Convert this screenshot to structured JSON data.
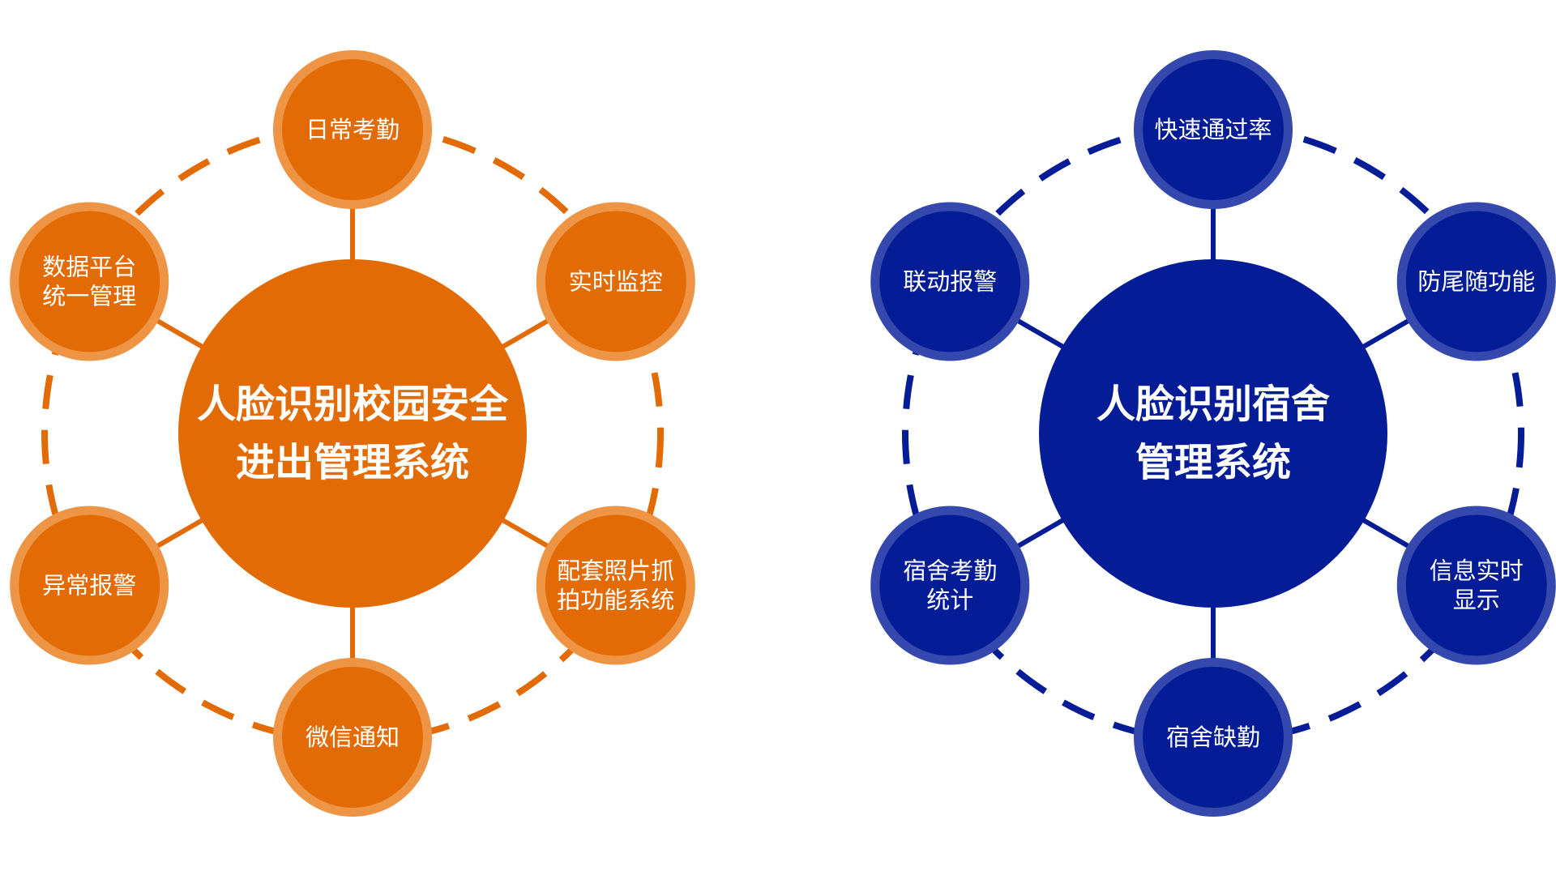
{
  "diagrams": [
    {
      "id": "campus",
      "colors": {
        "hub": "#E36B05",
        "node": "#E36B05",
        "node_ring": "#EE9445",
        "line": "#E36B05"
      },
      "title_lines": [
        "人脸识别校园安全",
        "进出管理系统"
      ],
      "nodes": [
        {
          "label_lines": [
            "日常考勤"
          ]
        },
        {
          "label_lines": [
            "实时监控"
          ]
        },
        {
          "label_lines": [
            "配套照片抓",
            "拍功能系统"
          ]
        },
        {
          "label_lines": [
            "微信通知"
          ]
        },
        {
          "label_lines": [
            "异常报警"
          ]
        },
        {
          "label_lines": [
            "数据平台",
            "统一管理"
          ]
        }
      ]
    },
    {
      "id": "dormitory",
      "colors": {
        "hub": "#041D96",
        "node": "#041D96",
        "node_ring": "#3448AE",
        "line": "#041D96"
      },
      "title_lines": [
        "人脸识别宿舍",
        "管理系统"
      ],
      "nodes": [
        {
          "label_lines": [
            "快速通过率"
          ]
        },
        {
          "label_lines": [
            "防尾随功能"
          ]
        },
        {
          "label_lines": [
            "信息实时",
            "显示"
          ]
        },
        {
          "label_lines": [
            "宿舍缺勤"
          ]
        },
        {
          "label_lines": [
            "宿舍考勤",
            "统计"
          ]
        },
        {
          "label_lines": [
            "联动报警"
          ]
        }
      ]
    }
  ]
}
